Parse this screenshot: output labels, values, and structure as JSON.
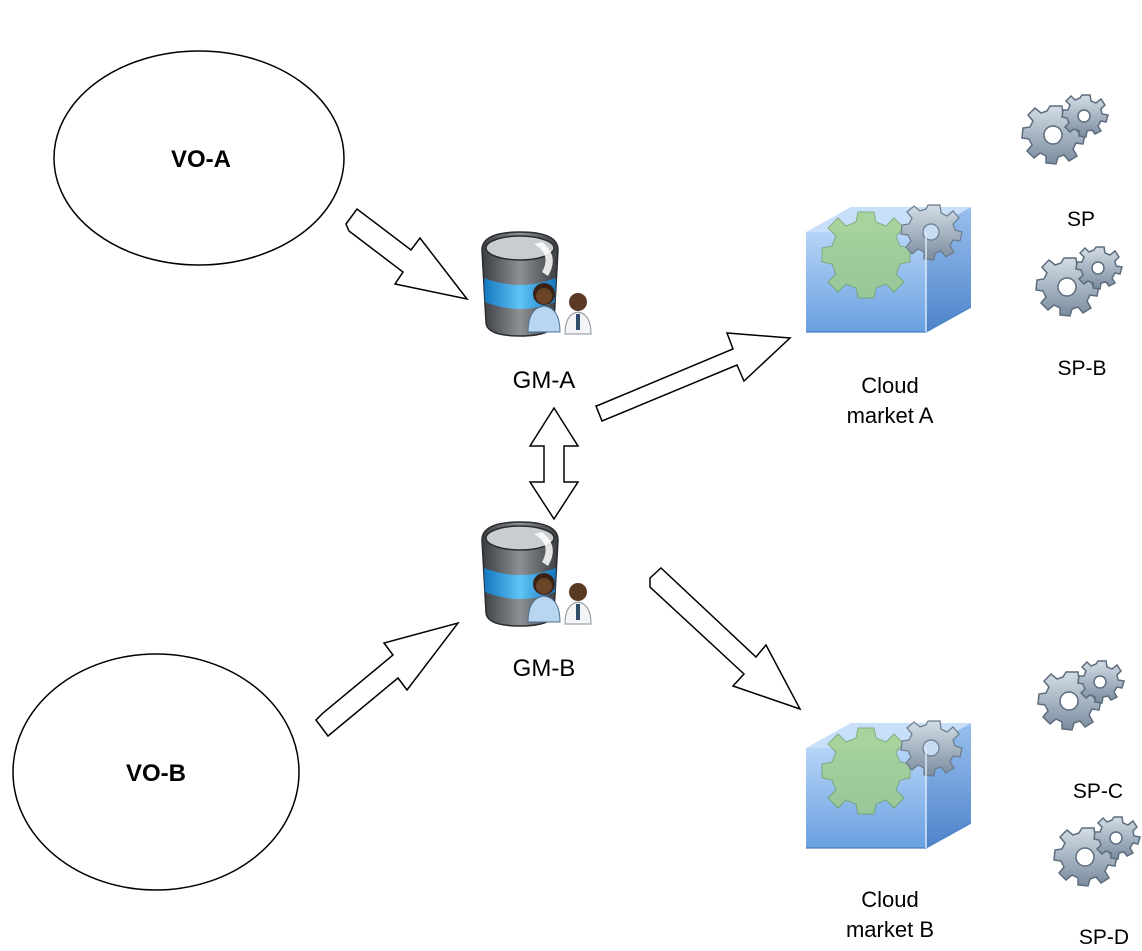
{
  "nodes": {
    "vo_a": {
      "label": "VO-A"
    },
    "vo_b": {
      "label": "VO-B"
    },
    "gm_a": {
      "label": "GM-A",
      "icon": "database-users-icon"
    },
    "gm_b": {
      "label": "GM-B",
      "icon": "database-users-icon"
    },
    "cloud_a": {
      "label_line1": "Cloud",
      "label_line2": "market A",
      "icon": "cloud-market-cube-icon"
    },
    "cloud_b": {
      "label_line1": "Cloud",
      "label_line2": "market B",
      "icon": "cloud-market-cube-icon"
    },
    "sp": {
      "label": "SP",
      "icon": "gears-icon"
    },
    "sp_b": {
      "label": "SP-B",
      "icon": "gears-icon"
    },
    "sp_c": {
      "label": "SP-C",
      "icon": "gears-icon"
    },
    "sp_d": {
      "label": "SP-D",
      "icon": "gears-icon"
    }
  },
  "edges": [
    {
      "from": "VO-A",
      "to": "GM-A",
      "style": "hollow-arrow"
    },
    {
      "from": "VO-B",
      "to": "GM-B",
      "style": "hollow-arrow"
    },
    {
      "from": "GM-A",
      "to": "GM-B",
      "style": "hollow-double-arrow"
    },
    {
      "from": "GM-A",
      "to": "Cloud market A",
      "style": "hollow-arrow"
    },
    {
      "from": "GM-B",
      "to": "Cloud market B",
      "style": "hollow-arrow"
    }
  ],
  "colors": {
    "stroke": "#000000",
    "cube_blue": "#7fb3ea",
    "gear_gray": "#9aaabb",
    "db_blue": "#2f9fe0",
    "db_gray": "#6b6f74"
  }
}
